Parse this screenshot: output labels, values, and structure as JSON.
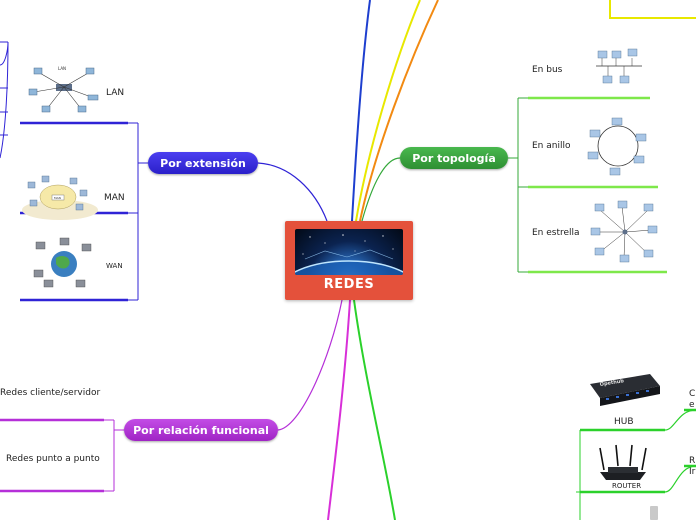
{
  "central": {
    "title": "REDES"
  },
  "branches": {
    "extension": {
      "label": "Por extensión",
      "items": [
        {
          "label": "LAN",
          "sub": "LAN"
        },
        {
          "label": "MAN",
          "sub": "MAN"
        },
        {
          "label": "WAN"
        }
      ]
    },
    "topologia": {
      "label": "Por topología",
      "items": [
        {
          "label": "En bus"
        },
        {
          "label": "En anillo"
        },
        {
          "label": "En estrella"
        }
      ]
    },
    "funcional": {
      "label": "Por relación funcional",
      "items": [
        {
          "label": "Redes cliente/servidor"
        },
        {
          "label": "Redes punto a punto"
        }
      ]
    },
    "dispositivos": {
      "items": [
        {
          "label": "HUB",
          "brand": "Opethub"
        },
        {
          "label": "ROUTER"
        }
      ],
      "cut_labels": [
        "C",
        "e",
        "R",
        "Ir"
      ]
    }
  },
  "colors": {
    "extension": "#2f23d6",
    "topologia": "#34a83a",
    "funcional": "#b52fd8",
    "central": "#e4513b",
    "yellow_branch": "#e8e800",
    "orange_branch": "#f28a12",
    "green_branch": "#2bd12b",
    "blue_branch": "#1e3fcf",
    "magenta_branch": "#d82fd8"
  }
}
